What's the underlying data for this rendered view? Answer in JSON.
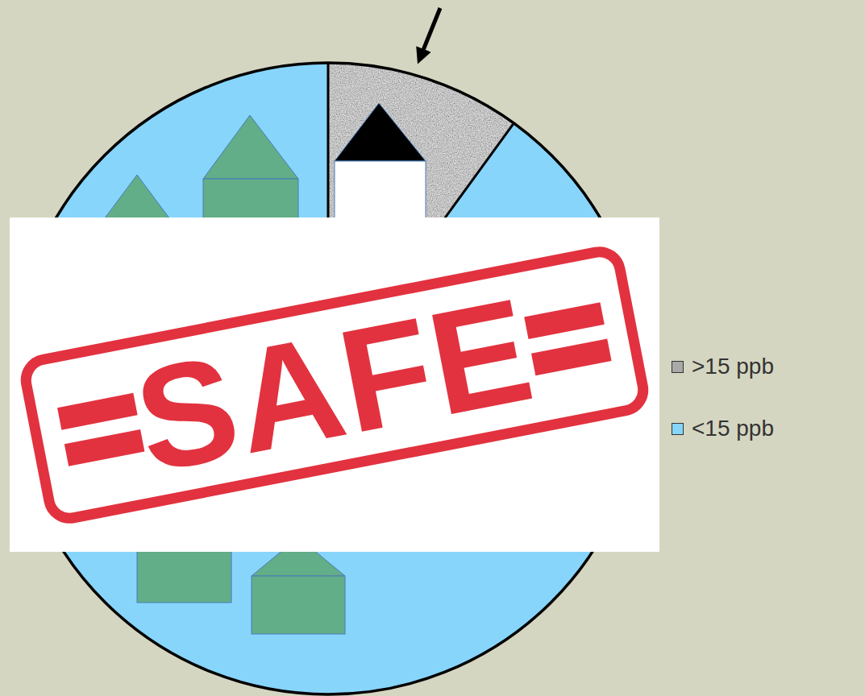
{
  "diagram": {
    "labels": [
      "SAFE"
    ],
    "legend": [
      {
        "text": ">15 ppb",
        "color": "#a9a9a9"
      },
      {
        "text": "<15 ppb",
        "color": "#87d5fb"
      }
    ]
  }
}
